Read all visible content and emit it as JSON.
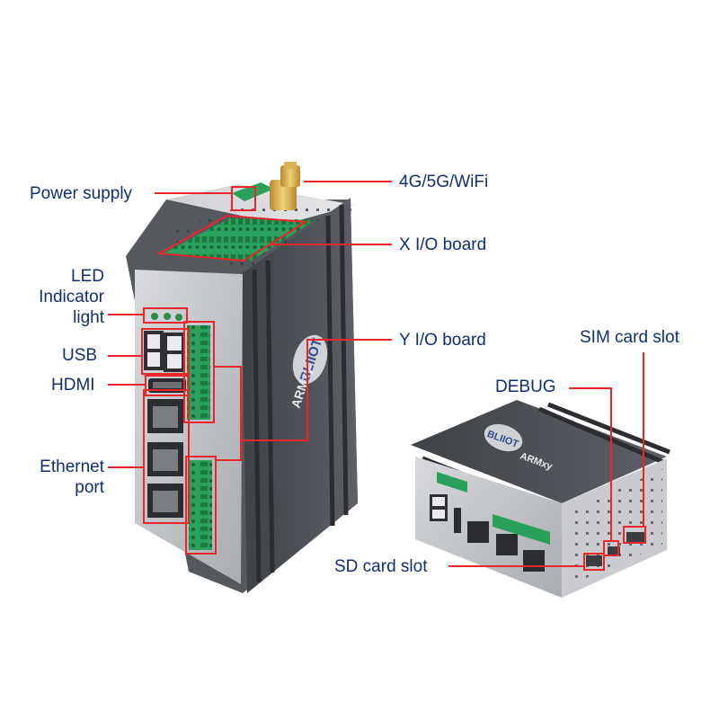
{
  "labels": {
    "power_supply": "Power supply",
    "antenna": "4G/5G/WiFi",
    "x_io_board": "X I/O board",
    "led_line1": "LED",
    "led_line2": "Indicator",
    "led_line3": "light",
    "usb": "USB",
    "hdmi": "HDMI",
    "y_io_board": "Y I/O board",
    "ethernet_line1": "Ethernet",
    "ethernet_line2": "port",
    "sim_card_slot": "SIM card slot",
    "debug": "DEBUG",
    "sd_card_slot": "SD card slot"
  },
  "device": {
    "brand": "BLIIOT",
    "model": "ARMxy"
  },
  "colors": {
    "callout": "#e8262b",
    "label_text": "#0f2f74",
    "terminal_green": "#2aa05a",
    "heatsink": "#4a4d52",
    "face_silver": "#c3c5c8"
  }
}
